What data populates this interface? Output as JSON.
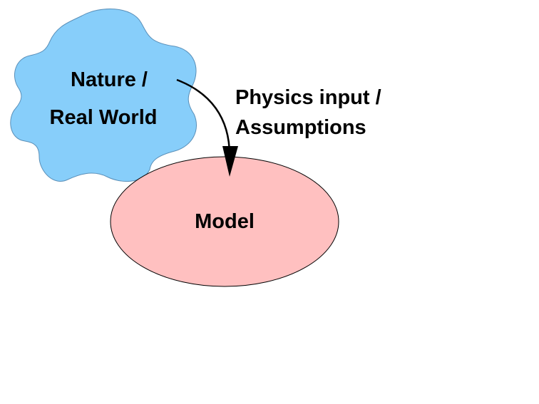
{
  "nodes": {
    "nature": {
      "line1": "Nature /",
      "line2": "Real World",
      "fill": "#87cefa"
    },
    "model": {
      "label": "Model",
      "fill": "#ffc0c0"
    }
  },
  "edge": {
    "line1": "Physics input /",
    "line2": "Assumptions",
    "color": "#000000"
  }
}
